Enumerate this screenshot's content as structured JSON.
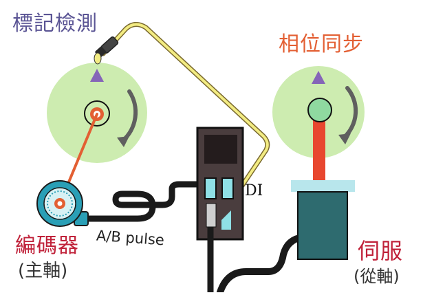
{
  "labels": {
    "mark_detection": "標記檢測",
    "phase_sync": "相位同步",
    "encoder": "編碼器",
    "encoder_sub": "(主軸)",
    "servo": "伺服",
    "servo_sub": "(從軸)",
    "pulse": "A/B pulse",
    "di": "DI"
  },
  "colors": {
    "disc_fill": "#cdecb0",
    "arrow_purple": "#8565b8",
    "sensor_yellow": "#f3ec82",
    "crank_orange": "#e35f33",
    "servo_arm_red": "#e8472f",
    "hub_green": "#8fd9a0",
    "motor_teal": "#2e6b6f",
    "motor_cap": "#b8e6ec",
    "drive_body": "#4a3d3e",
    "encoder_blue": "#2a9fb6",
    "cable_black": "#1a1a1a",
    "terminal_cyan": "#8fe0e6"
  }
}
